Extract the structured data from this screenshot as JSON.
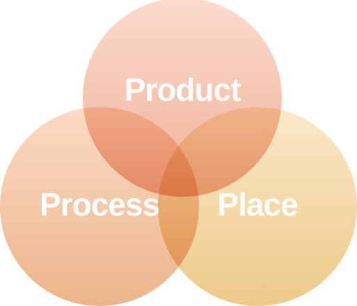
{
  "diagram": {
    "type": "venn",
    "circles": [
      {
        "id": "product",
        "label": "Product",
        "color_top": "#fbd9c9",
        "color_bottom": "#eeaa8f"
      },
      {
        "id": "process",
        "label": "Process",
        "color_top": "#fbd8bf",
        "color_bottom": "#ebae82"
      },
      {
        "id": "place",
        "label": "Place",
        "color_top": "#fbe7c4",
        "color_bottom": "#ecc57f"
      }
    ]
  }
}
